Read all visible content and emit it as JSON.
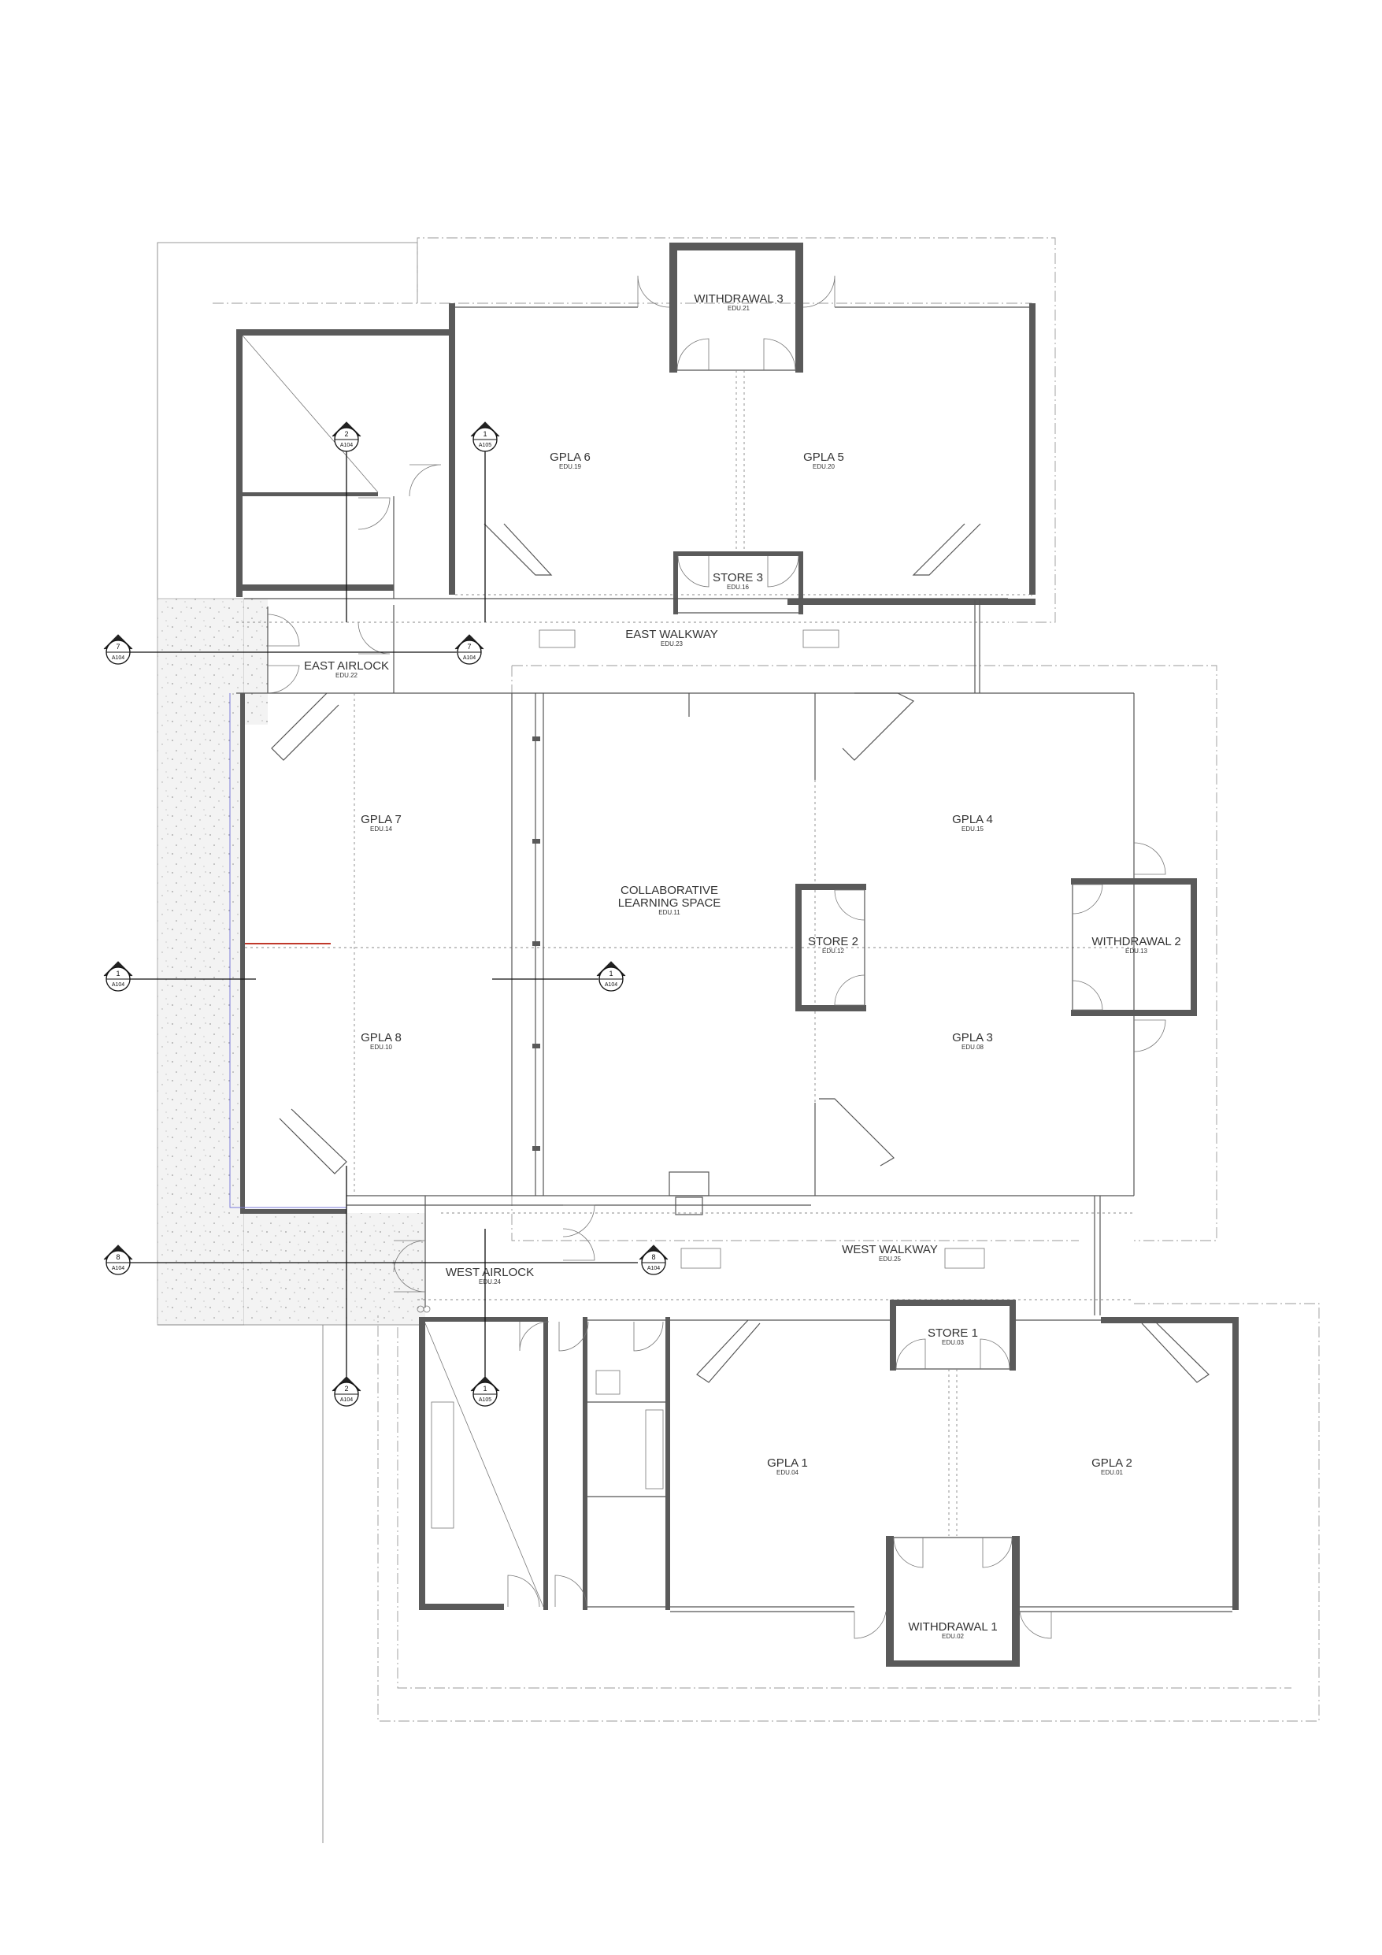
{
  "rooms": [
    {
      "id": "withdrawal-3",
      "name": "WITHDRAWAL 3",
      "code": "EDU.21"
    },
    {
      "id": "gpla-6",
      "name": "GPLA 6",
      "code": "EDU.19"
    },
    {
      "id": "gpla-5",
      "name": "GPLA 5",
      "code": "EDU.20"
    },
    {
      "id": "store-3",
      "name": "STORE 3",
      "code": "EDU.16"
    },
    {
      "id": "east-walkway",
      "name": "EAST WALKWAY",
      "code": "EDU.23"
    },
    {
      "id": "east-airlock",
      "name": "EAST AIRLOCK",
      "code": "EDU.22"
    },
    {
      "id": "gpla-7",
      "name": "GPLA 7",
      "code": "EDU.14"
    },
    {
      "id": "gpla-4",
      "name": "GPLA 4",
      "code": "EDU.15"
    },
    {
      "id": "collab",
      "name": "COLLABORATIVE",
      "name2": "LEARNING SPACE",
      "code": "EDU.11"
    },
    {
      "id": "store-2",
      "name": "STORE 2",
      "code": "EDU.12"
    },
    {
      "id": "withdrawal-2",
      "name": "WITHDRAWAL 2",
      "code": "EDU.13"
    },
    {
      "id": "gpla-8",
      "name": "GPLA 8",
      "code": "EDU.10"
    },
    {
      "id": "gpla-3",
      "name": "GPLA 3",
      "code": "EDU.08"
    },
    {
      "id": "west-walkway",
      "name": "WEST WALKWAY",
      "code": "EDU.25"
    },
    {
      "id": "west-airlock",
      "name": "WEST AIRLOCK",
      "code": "EDU.24"
    },
    {
      "id": "store-1",
      "name": "STORE 1",
      "code": "EDU.03"
    },
    {
      "id": "gpla-1",
      "name": "GPLA 1",
      "code": "EDU.04"
    },
    {
      "id": "gpla-2",
      "name": "GPLA 2",
      "code": "EDU.01"
    },
    {
      "id": "withdrawal-1",
      "name": "WITHDRAWAL 1",
      "code": "EDU.02"
    }
  ],
  "section_markers": [
    {
      "id": "s2-top",
      "num": "2",
      "sheet": "A104"
    },
    {
      "id": "s1-top",
      "num": "1",
      "sheet": "A105"
    },
    {
      "id": "s7-left",
      "num": "7",
      "sheet": "A104"
    },
    {
      "id": "s7-right",
      "num": "7",
      "sheet": "A104"
    },
    {
      "id": "s1-left",
      "num": "1",
      "sheet": "A104"
    },
    {
      "id": "s1-right",
      "num": "1",
      "sheet": "A104"
    },
    {
      "id": "s8-left",
      "num": "8",
      "sheet": "A104"
    },
    {
      "id": "s8-right",
      "num": "8",
      "sheet": "A104"
    },
    {
      "id": "s2-bottom",
      "num": "2",
      "sheet": "A104"
    },
    {
      "id": "s1-bottom",
      "num": "1",
      "sheet": "A105"
    }
  ],
  "colors": {
    "wall": "#5a5a5a",
    "line": "#555555",
    "gravel": "#f4f4f4"
  }
}
